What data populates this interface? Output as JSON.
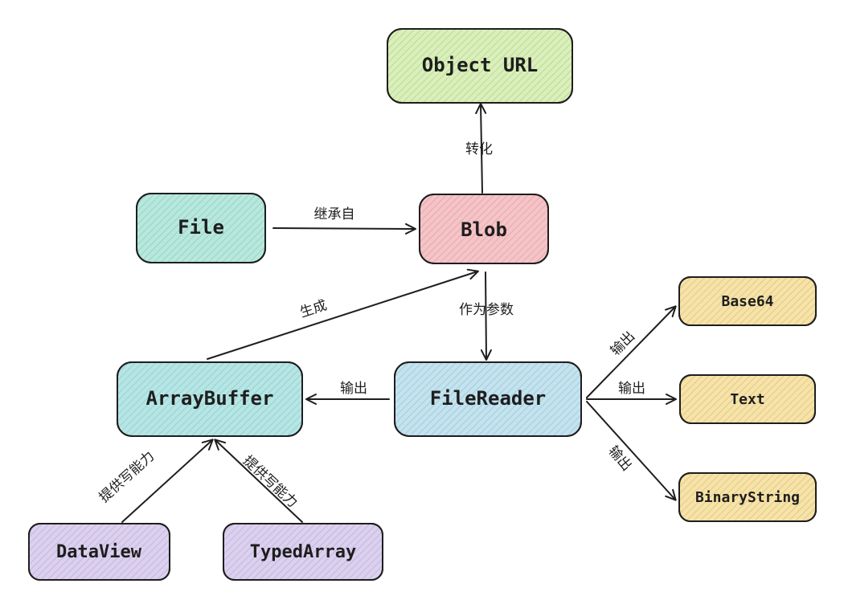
{
  "nodes": {
    "object_url": {
      "label": "Object URL",
      "color": "#d9f0b8"
    },
    "file": {
      "label": "File",
      "color": "#b6e9dd"
    },
    "blob": {
      "label": "Blob",
      "color": "#f7c3c6"
    },
    "array_buffer": {
      "label": "ArrayBuffer",
      "color": "#b5e6e6"
    },
    "file_reader": {
      "label": "FileReader",
      "color": "#c2e3f0"
    },
    "base64": {
      "label": "Base64",
      "color": "#f8e3a6"
    },
    "text": {
      "label": "Text",
      "color": "#f8e3a6"
    },
    "binary_string": {
      "label": "BinaryString",
      "color": "#f8e3a6"
    },
    "data_view": {
      "label": "DataView",
      "color": "#dcd0f0"
    },
    "typed_array": {
      "label": "TypedArray",
      "color": "#dcd0f0"
    }
  },
  "edges": {
    "blob_to_url": "转化",
    "file_to_blob": "继承自",
    "blob_to_reader": "作为参数",
    "buffer_to_blob": "生成",
    "reader_to_buffer": "输出",
    "reader_to_base64": "输出",
    "reader_to_text": "输出",
    "reader_to_binary": "输出",
    "dataview_to_buffer": "提供写能力",
    "typedarray_to_buffer": "提供写能力"
  }
}
